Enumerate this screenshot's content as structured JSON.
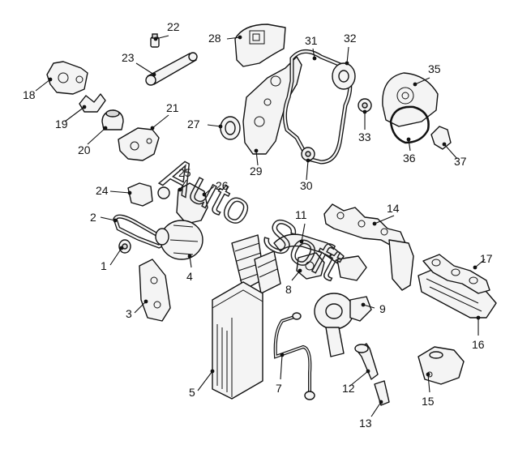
{
  "callouts": [
    {
      "id": "1"
    },
    {
      "id": "2"
    },
    {
      "id": "3"
    },
    {
      "id": "4"
    },
    {
      "id": "5"
    },
    {
      "id": "7"
    },
    {
      "id": "8"
    },
    {
      "id": "9"
    },
    {
      "id": "11"
    },
    {
      "id": "12"
    },
    {
      "id": "13"
    },
    {
      "id": "14"
    },
    {
      "id": "15"
    },
    {
      "id": "16"
    },
    {
      "id": "17"
    },
    {
      "id": "18"
    },
    {
      "id": "19"
    },
    {
      "id": "20"
    },
    {
      "id": "21"
    },
    {
      "id": "22"
    },
    {
      "id": "23"
    },
    {
      "id": "24"
    },
    {
      "id": "25"
    },
    {
      "id": "26"
    },
    {
      "id": "27"
    },
    {
      "id": "28"
    },
    {
      "id": "29"
    },
    {
      "id": "30"
    },
    {
      "id": "31"
    },
    {
      "id": "32"
    },
    {
      "id": "33"
    },
    {
      "id": "35"
    },
    {
      "id": "36"
    },
    {
      "id": "37"
    }
  ],
  "watermark": {
    "line1": "Auto",
    "line2": "Soft"
  }
}
